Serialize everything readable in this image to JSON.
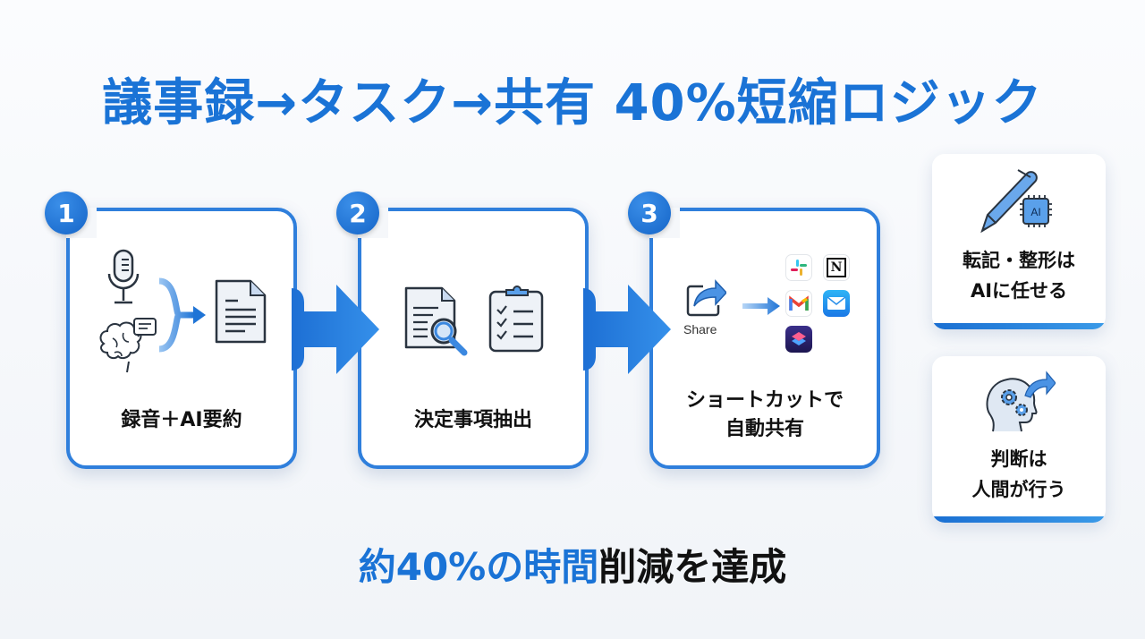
{
  "title": "議事録→タスク→共有 40%短縮ロジック",
  "steps": [
    {
      "number": "1",
      "label": "録音＋AI要約",
      "icons": [
        "microphone-icon",
        "brain-chat-icon",
        "document-icon"
      ]
    },
    {
      "number": "2",
      "label": "決定事項抽出",
      "icons": [
        "document-search-icon",
        "checklist-clipboard-icon"
      ]
    },
    {
      "number": "3",
      "label_line1": "ショートカットで",
      "label_line2": "自動共有",
      "share_label": "Share",
      "apps": [
        "Slack",
        "Notion",
        "Gmail",
        "Mail",
        "Shortcuts"
      ]
    }
  ],
  "side_cards": [
    {
      "line1": "転記・整形は",
      "line2": "AIに任せる",
      "icon": "pen-ai-chip-icon",
      "chip_text": "AI"
    },
    {
      "line1": "判断は",
      "line2": "人間が行う",
      "icon": "head-gears-icon"
    }
  ],
  "summary": {
    "highlight": "約40%の時間",
    "rest": "削減を達成"
  },
  "colors": {
    "accent": "#1a73d6",
    "card_border": "#2f7fdc",
    "text": "#111111"
  }
}
